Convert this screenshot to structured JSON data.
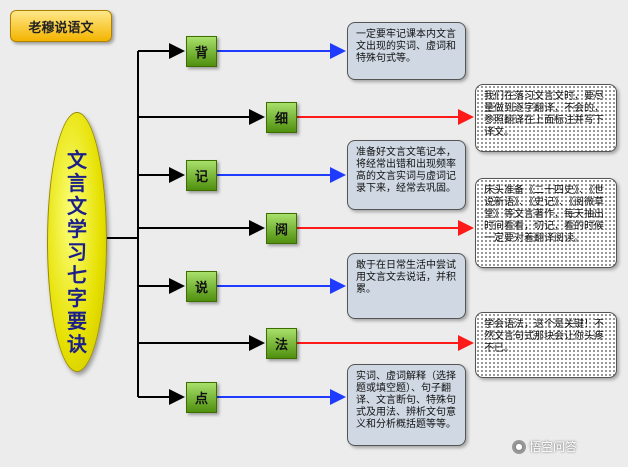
{
  "title_badge": "老穆说语文",
  "center_label": "文言文学习七字要诀",
  "branches": [
    {
      "char": "背",
      "arrow_color": "#1f3bff",
      "text": "一定要牢记课本内文言文出现的实词、虚词和特殊句式等。"
    },
    {
      "char": "细",
      "arrow_color": "#ff1a1a",
      "text": "我们在落习文言文时，要尽量做到逐字翻译，不会的，参照翻译在上面标注并写下译文。"
    },
    {
      "char": "记",
      "arrow_color": "#1f3bff",
      "text": "准备好文言文笔记本，将经常出错和出现频率高的文言实词与虚词记录下来，经常去巩固。"
    },
    {
      "char": "阅",
      "arrow_color": "#ff1a1a",
      "text": "床头准备《二十四史》、《世说新语》、《史记》、《阅微草堂》等文言著作，每天抽出时间看看，切记，看的时候一定要对着翻译阅读。"
    },
    {
      "char": "说",
      "arrow_color": "#1f3bff",
      "text": "敢于在日常生活中尝试用文言文去说话，并积累。"
    },
    {
      "char": "法",
      "arrow_color": "#ff1a1a",
      "text": "学会语法，这个是关键！不然文言句式那块会让你头疼不已。"
    },
    {
      "char": "点",
      "arrow_color": "#1f3bff",
      "text": "实词、虚词解释（选择题或填空题）、句子翻译、文言断句、特殊句式及用法、辨析文句意义和分析概括题等等。"
    }
  ],
  "watermark": "悟空问答"
}
